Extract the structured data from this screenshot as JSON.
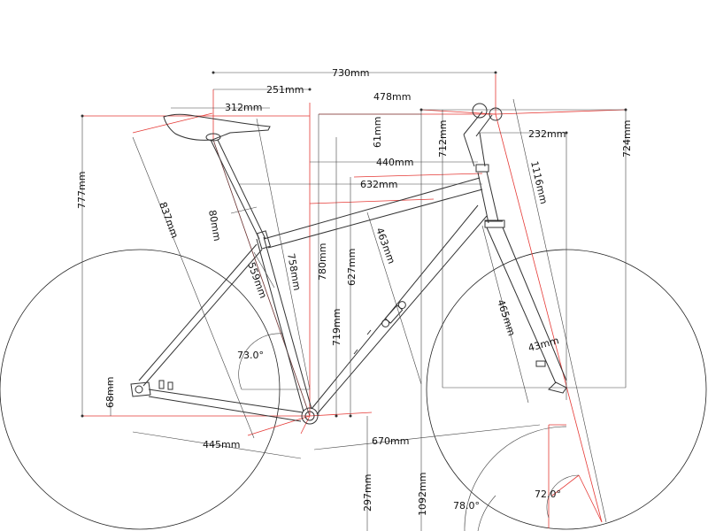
{
  "dimensions": {
    "wheelbase_top": "730mm",
    "saddle_setback": "251mm",
    "reach_to_bar": "478mm",
    "saddle_length": "312mm",
    "stem_rise": "61mm",
    "bar_height_diff": "712mm",
    "stem_length": "232mm",
    "stack_to_bar": "724mm",
    "top_tube_horizontal": "440mm",
    "effective_top_tube": "632mm",
    "saddle_to_bar": "1116mm",
    "saddle_height": "777mm",
    "seat_to_pedal": "837mm",
    "seatpost_insert": "80mm",
    "seat_tube": "559mm",
    "seat_tube_ext": "758mm",
    "saddle_height_bb": "780mm",
    "top_tube": "463mm",
    "seat_tube_ctc": "719mm",
    "stack": "627mm",
    "fork_length": "465mm",
    "fork_offset": "43mm",
    "seat_angle": "73.0°",
    "bb_drop": "68mm",
    "chainstay": "445mm",
    "front_center": "670mm",
    "bb_height": "297mm",
    "bar_height": "1092mm",
    "head_angle": "72.0°",
    "fork_angle": "78.0°"
  },
  "colors": {
    "frame_line": "#333333",
    "red_guide": "#e53935",
    "dimension_line": "#444444"
  }
}
